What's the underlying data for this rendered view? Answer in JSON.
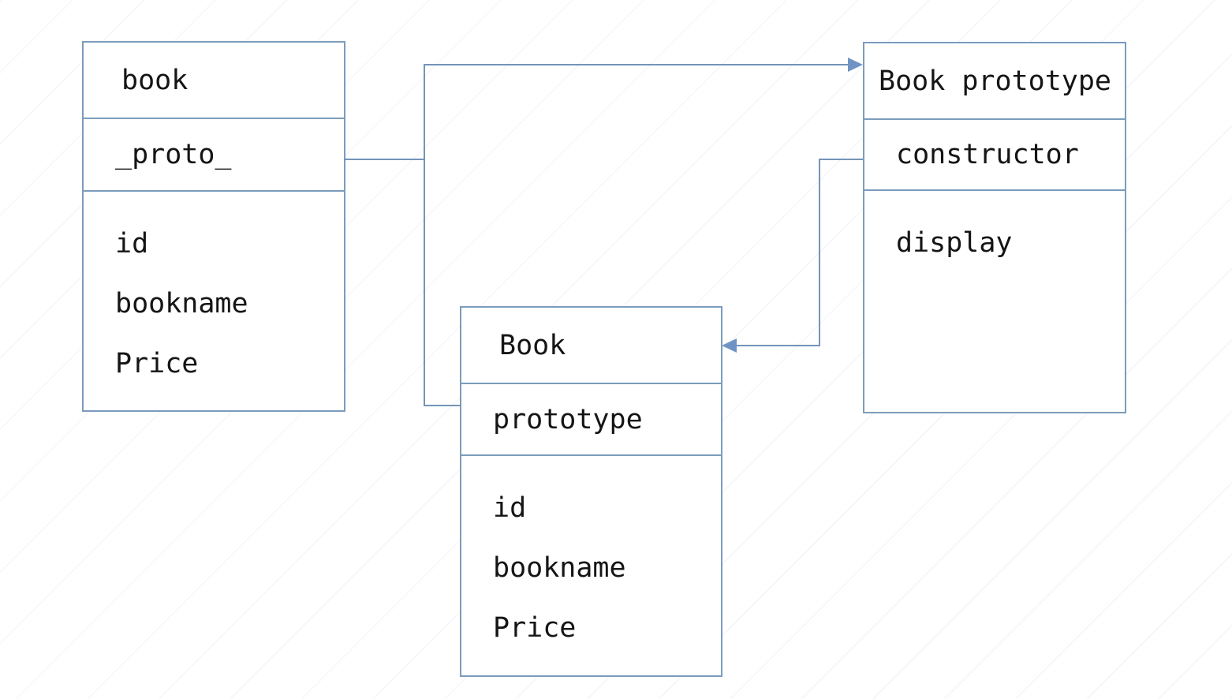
{
  "diagram": {
    "left_box": {
      "title": "book",
      "slot": "_proto_",
      "fields": [
        "id",
        "bookname",
        "Price"
      ]
    },
    "middle_box": {
      "title": "Book",
      "slot": "prototype",
      "fields": [
        "id",
        "bookname",
        "Price"
      ]
    },
    "right_box": {
      "title": "Book prototype",
      "slot": "constructor",
      "member": "display"
    },
    "colors": {
      "box_border": "#7b9cbd",
      "connector_line": "#7494b8",
      "arrowhead": "#6f94c4",
      "text": "#151515",
      "background": "#ffffff"
    }
  }
}
